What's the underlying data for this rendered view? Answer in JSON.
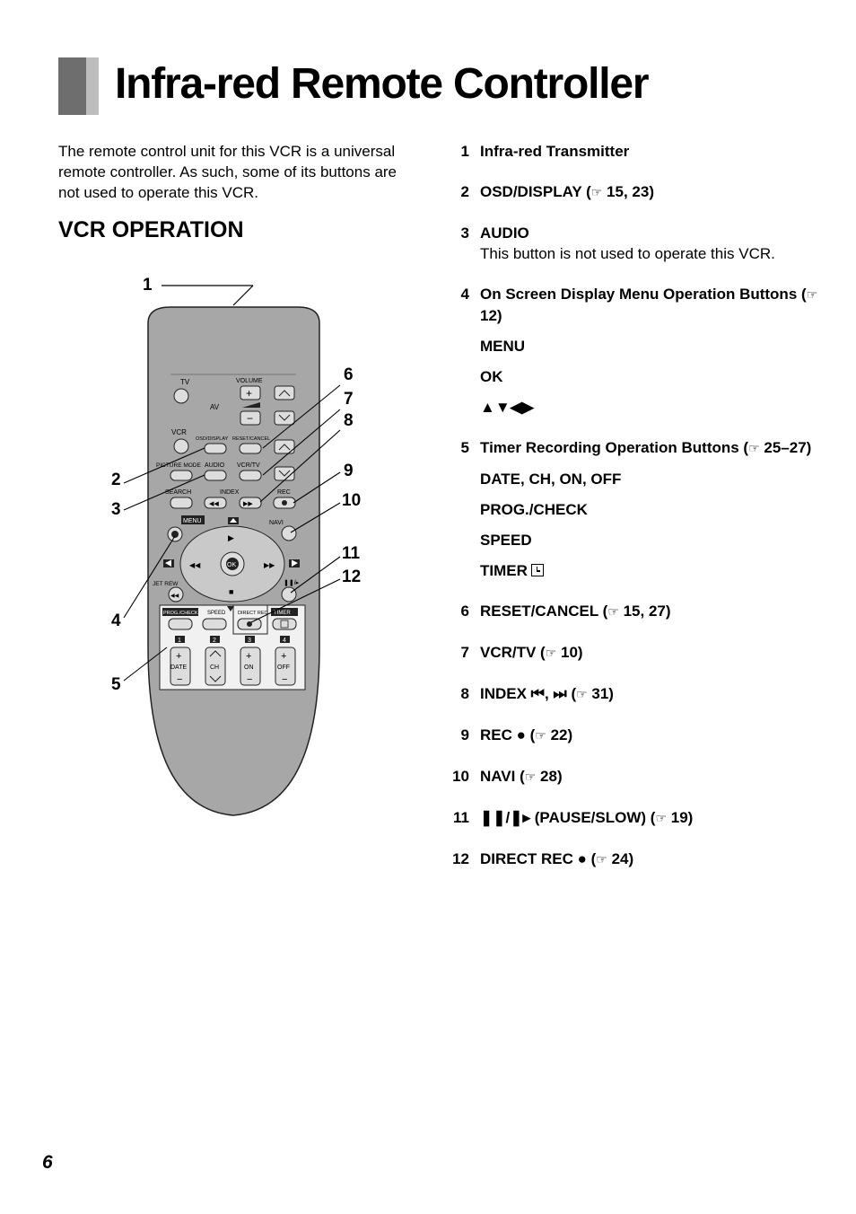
{
  "title": "Infra-red Remote Controller",
  "intro": "The remote control unit for this VCR is a universal remote controller. As such, some of its buttons are not used to operate this VCR.",
  "section_heading": "VCR OPERATION",
  "page_number": "6",
  "icons": {
    "ref": "pointing-hand-reference-icon",
    "timer": "clock-box-icon"
  },
  "items": [
    {
      "num": "1",
      "head": "Infra-red Transmitter"
    },
    {
      "num": "2",
      "head": "OSD/DISPLAY (",
      "ref": "☞",
      "tail": " 15, 23)"
    },
    {
      "num": "3",
      "head": "AUDIO",
      "desc": "This button is not used to operate this VCR."
    },
    {
      "num": "4",
      "head": "On Screen Display Menu Operation Buttons (",
      "ref": "☞",
      "tail": " 12)",
      "subs": [
        "MENU",
        "OK",
        "▲▼◀▶"
      ]
    },
    {
      "num": "5",
      "head": "Timer Recording Operation Buttons (",
      "ref": "☞",
      "tail": " 25–27)",
      "subs": [
        "DATE, CH, ON, OFF",
        "PROG./CHECK",
        "SPEED",
        "TIMER"
      ]
    },
    {
      "num": "6",
      "head": "RESET/CANCEL (",
      "ref": "☞",
      "tail": " 15, 27)"
    },
    {
      "num": "7",
      "head": "VCR/TV (",
      "ref": "☞",
      "tail": " 10)"
    },
    {
      "num": "8",
      "head": "INDEX ⏮, ⏭ (",
      "ref": "☞",
      "tail": " 31)"
    },
    {
      "num": "9",
      "head": "REC ● (",
      "ref": "☞",
      "tail": " 22)"
    },
    {
      "num": "10",
      "head": "NAVI (",
      "ref": "☞",
      "tail": " 28)"
    },
    {
      "num": "11",
      "head": "❚❚/❚▸ (PAUSE/SLOW) (",
      "ref": "☞",
      "tail": " 19)"
    },
    {
      "num": "12",
      "head": "DIRECT REC ● (",
      "ref": "☞",
      "tail": " 24)"
    }
  ],
  "remote": {
    "labels": {
      "tv": "TV",
      "volume": "VOLUME",
      "av": "AV",
      "vcr": "VCR",
      "osd_display": "OSD/DISPLAY",
      "reset_cancel": "RESET/CANCEL",
      "picture_mode": "PICTURE MODE",
      "audio": "AUDIO",
      "vcr_tv": "VCR/TV",
      "search": "SEARCH",
      "index": "INDEX",
      "rec": "REC",
      "menu": "MENU",
      "navi": "NAVI",
      "ok": "OK",
      "jet_rew": "JET REW",
      "prog_check": "PROG./CHECK",
      "speed": "SPEED",
      "direct_rec": "DIRECT REC",
      "timer": "TIMER",
      "key1": "1",
      "key2": "2",
      "key3": "3",
      "key4": "4",
      "date": "DATE",
      "ch": "CH",
      "on": "ON",
      "off": "OFF"
    },
    "callouts": [
      "1",
      "2",
      "3",
      "4",
      "5",
      "6",
      "7",
      "8",
      "9",
      "10",
      "11",
      "12"
    ]
  }
}
